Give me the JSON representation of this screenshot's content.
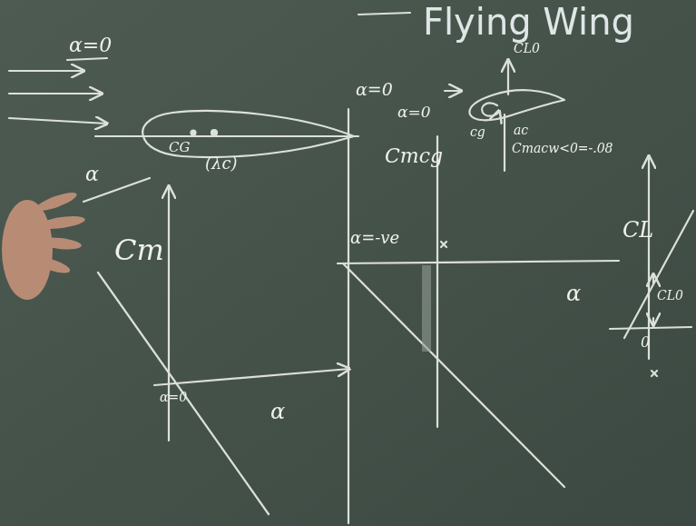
{
  "diagram": {
    "title": "Flying Wing",
    "labels": [
      "α=0",
      "α",
      "CG",
      "(λc)",
      "Cm",
      "α=0",
      "α",
      "α=0",
      "α=0",
      "CL0",
      "cg",
      "ac",
      "Cmacw<0=-.08",
      "Cmcg",
      "α=-ve",
      "α",
      "CL",
      "CL0",
      "0"
    ]
  }
}
